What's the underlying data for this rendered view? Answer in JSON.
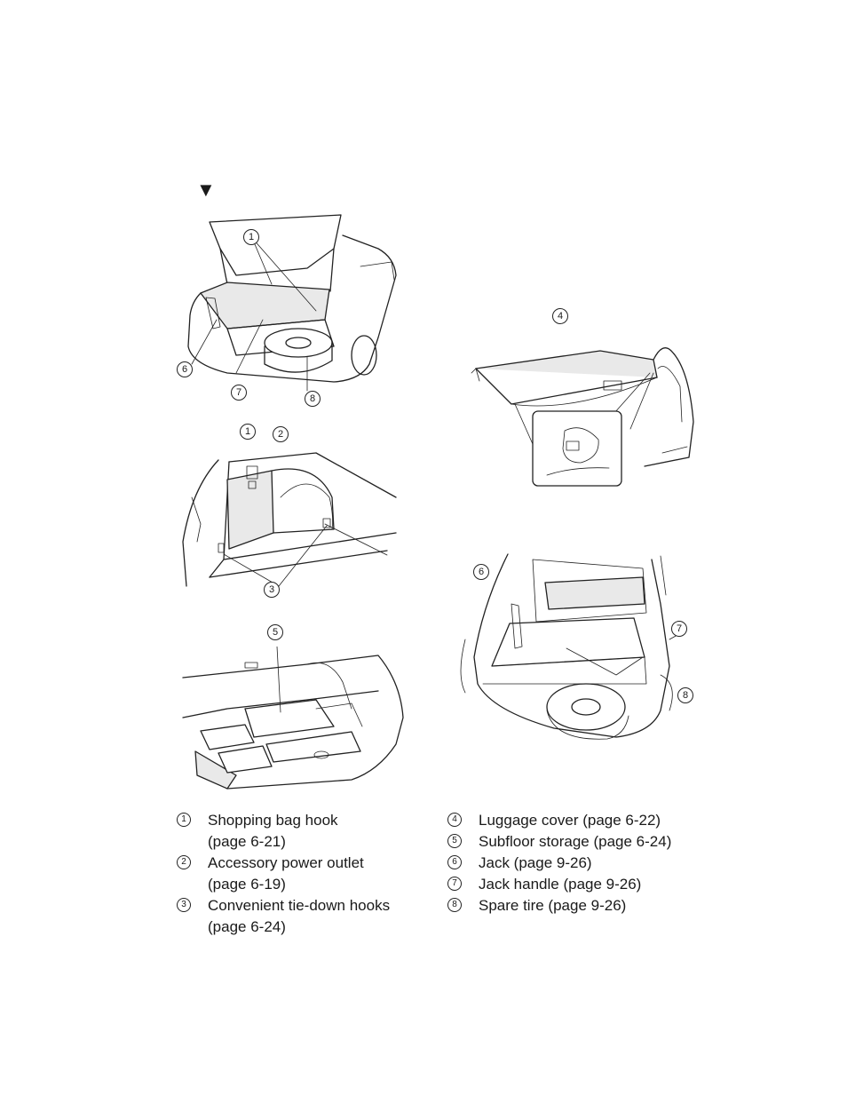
{
  "marker": "▼",
  "figures": {
    "sedan": {
      "callouts": [
        "1",
        "6",
        "7",
        "8"
      ]
    },
    "cargo_side": {
      "callouts": [
        "1",
        "2",
        "3"
      ]
    },
    "subfloor": {
      "callouts": [
        "5"
      ]
    },
    "wagon_cover": {
      "callouts": [
        "4"
      ]
    },
    "wagon_open": {
      "callouts": [
        "6",
        "7",
        "8"
      ]
    }
  },
  "legend_left": [
    {
      "num": "1",
      "label": "Shopping bag hook",
      "cont": "(page 6-21)"
    },
    {
      "num": "2",
      "label": "Accessory power outlet",
      "cont": "(page 6-19)"
    },
    {
      "num": "3",
      "label": "Convenient tie-down hooks",
      "cont": "(page 6-24)"
    }
  ],
  "legend_right": [
    {
      "num": "4",
      "label": "Luggage cover (page 6-22)"
    },
    {
      "num": "5",
      "label": "Subfloor storage (page 6-24)"
    },
    {
      "num": "6",
      "label": "Jack (page 9-26)"
    },
    {
      "num": "7",
      "label": "Jack handle (page 9-26)"
    },
    {
      "num": "8",
      "label": "Spare tire (page 9-26)"
    }
  ]
}
